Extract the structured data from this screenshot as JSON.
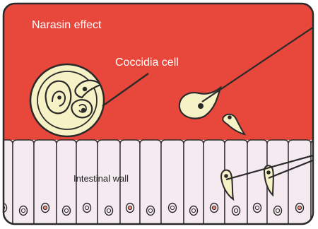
{
  "diagram": {
    "title": "Narasin effect",
    "labels": {
      "coccidia_cell": "Coccidia cell",
      "intestinal_wall": "Intestinal wall"
    },
    "colors": {
      "lumen_red": "#e8473b",
      "outline": "#2a2a2a",
      "cell_fill": "#f6eaf1",
      "parasite_fill": "#f7f1c6",
      "nucleus_fill": "#f08a72",
      "label_text": "#ffffff",
      "wall_label_text": "#1f1f1f"
    },
    "icons": {
      "cyst": "oocyst-cyst-icon",
      "free_parasite": "sporozoite-icon",
      "wall_parasite": "wall-sporozoite-icon"
    }
  }
}
